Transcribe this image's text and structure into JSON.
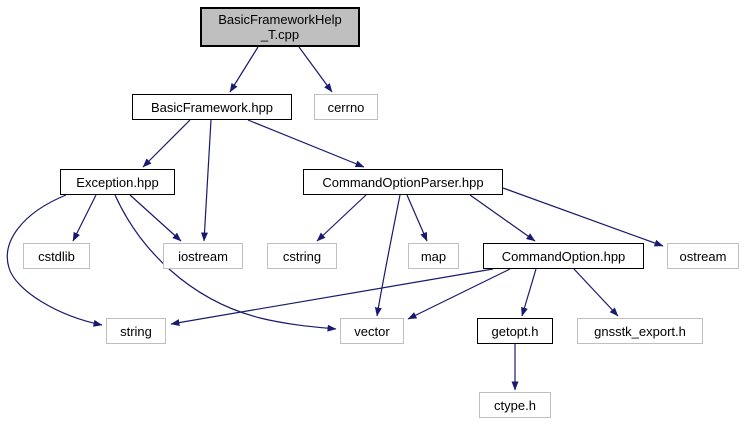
{
  "diagram": {
    "type": "include-dependency-graph",
    "colors": {
      "edge": "#191970",
      "root_fill": "#bfbfbf",
      "documented_border": "#000000",
      "external_border": "#bfbfbf",
      "node_fill": "#ffffff",
      "text": "#000000"
    }
  },
  "nodes": {
    "bfh": {
      "label": "BasicFrameworkHelp\n_T.cpp"
    },
    "bf": {
      "label": "BasicFramework.hpp"
    },
    "cerrno": {
      "label": "cerrno"
    },
    "exception": {
      "label": "Exception.hpp"
    },
    "cop": {
      "label": "CommandOptionParser.hpp"
    },
    "cstdlib": {
      "label": "cstdlib"
    },
    "iostream": {
      "label": "iostream"
    },
    "cstring": {
      "label": "cstring"
    },
    "map": {
      "label": "map"
    },
    "co": {
      "label": "CommandOption.hpp"
    },
    "ostream": {
      "label": "ostream"
    },
    "string": {
      "label": "string"
    },
    "vector": {
      "label": "vector"
    },
    "getopt": {
      "label": "getopt.h"
    },
    "gnsstk": {
      "label": "gnsstk_export.h"
    },
    "ctype": {
      "label": "ctype.h"
    }
  },
  "edges": [
    {
      "from": "BasicFrameworkHelp_T.cpp",
      "to": "BasicFramework.hpp"
    },
    {
      "from": "BasicFrameworkHelp_T.cpp",
      "to": "cerrno"
    },
    {
      "from": "BasicFramework.hpp",
      "to": "Exception.hpp"
    },
    {
      "from": "BasicFramework.hpp",
      "to": "iostream"
    },
    {
      "from": "BasicFramework.hpp",
      "to": "CommandOptionParser.hpp"
    },
    {
      "from": "Exception.hpp",
      "to": "cstdlib"
    },
    {
      "from": "Exception.hpp",
      "to": "iostream"
    },
    {
      "from": "Exception.hpp",
      "to": "string"
    },
    {
      "from": "Exception.hpp",
      "to": "vector"
    },
    {
      "from": "CommandOptionParser.hpp",
      "to": "cstring"
    },
    {
      "from": "CommandOptionParser.hpp",
      "to": "map"
    },
    {
      "from": "CommandOptionParser.hpp",
      "to": "vector"
    },
    {
      "from": "CommandOptionParser.hpp",
      "to": "CommandOption.hpp"
    },
    {
      "from": "CommandOptionParser.hpp",
      "to": "ostream"
    },
    {
      "from": "CommandOption.hpp",
      "to": "string"
    },
    {
      "from": "CommandOption.hpp",
      "to": "vector"
    },
    {
      "from": "CommandOption.hpp",
      "to": "getopt.h"
    },
    {
      "from": "CommandOption.hpp",
      "to": "gnsstk_export.h"
    },
    {
      "from": "getopt.h",
      "to": "ctype.h"
    }
  ]
}
